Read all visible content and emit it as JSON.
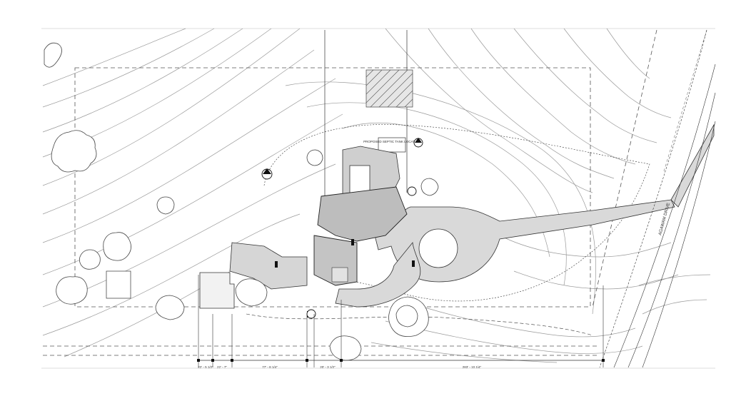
{
  "plan": {
    "septic_label": "PROPOSED SEPTIC TANK LOCATION",
    "road_label": "AGAWAM DRIVE",
    "dimensions": [
      "22' - 5 1/2\"",
      "22' - 7\"",
      "77' - 8 1/4\"",
      "20' - 3 1/2\"",
      "283' - 10 1/4\""
    ],
    "colors": {
      "drive_fill": "#d9d9d9",
      "house_fill": "#c8c8c8",
      "line": "#333333",
      "contour": "#9a9a9a"
    },
    "icons": [
      "tree-icon",
      "north-arrow-icon",
      "section-marker-icon"
    ]
  }
}
